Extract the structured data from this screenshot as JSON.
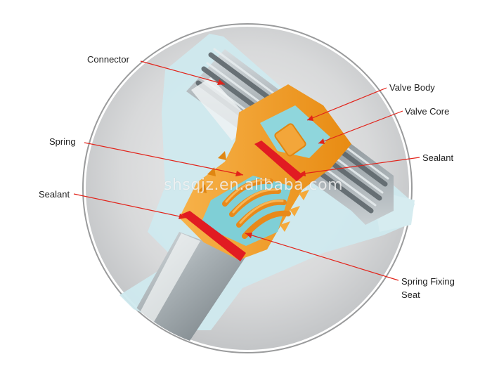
{
  "diagram": {
    "watermark": "shsqjz.en.alibaba.com",
    "labels": {
      "connector": "Connector",
      "valve_body": "Valve Body",
      "valve_core": "Valve Core",
      "spring": "Spring",
      "sealant_right": "Sealant",
      "sealant_left": "Sealant",
      "spring_fixing_seat_line1": "Spring Fixing",
      "spring_fixing_seat_line2": "Seat"
    },
    "colors": {
      "leader_line": "#e2231a",
      "valve_body": "#f39c1e",
      "valve_core": "#79cfd6",
      "sealant": "#e11b22",
      "connector": "#b8c3c8",
      "backdrop": "#cde8ee",
      "circle_bg": "#d9dadb"
    }
  }
}
